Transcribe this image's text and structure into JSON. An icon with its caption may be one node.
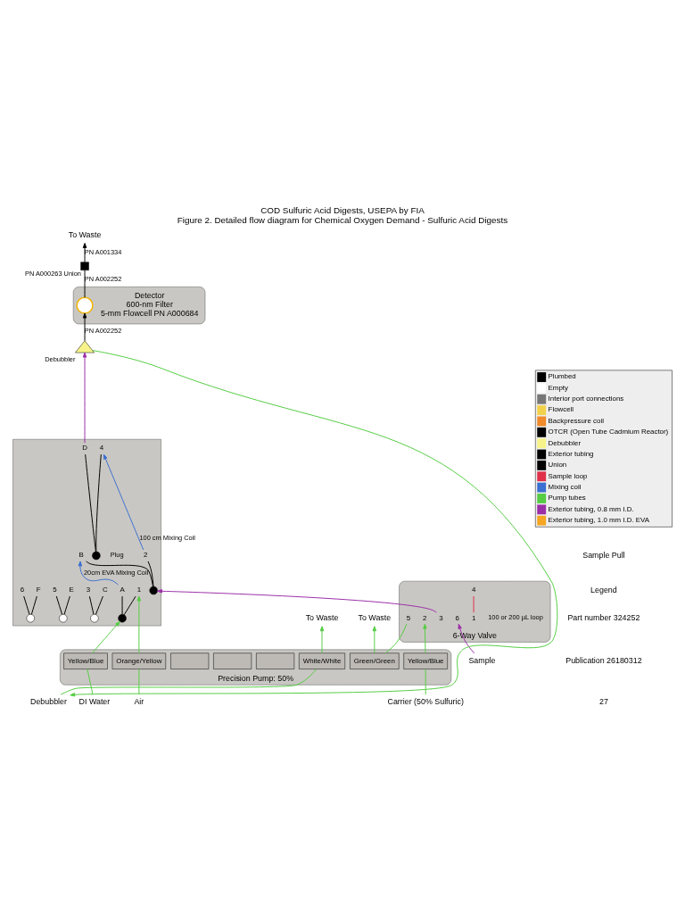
{
  "diagram": {
    "title": "COD Sulfuric Acid Digests, USEPA by FIA",
    "caption": "Figure 2. Detailed flow diagram for Chemical Oxygen Demand - Sulfuric Acid Digests",
    "nodes": [
      {
        "text": [
          "Precision Pump: 50%"
        ]
      },
      {
        "text": [
          "Orange/Yellow"
        ],
        "in": 0
      },
      {
        "text": [
          "Yellow/Blue"
        ],
        "in": 0
      },
      {
        "text": [
          "White/White"
        ],
        "in": 0
      },
      {
        "text": [],
        "shape": "box",
        "in": 0
      },
      {
        "text": [],
        "shape": "box",
        "in": 0
      },
      {
        "text": [],
        "shape": "box",
        "in": 0
      },
      {
        "text": [
          "Green/Green"
        ],
        "in": 0
      },
      {
        "text": [
          "Yellow/Blue"
        ],
        "in": 0
      },
      {
        "text": [
          "Air"
        ]
      },
      {
        "text": [
          "DI Water"
        ]
      },
      {
        "text": [
          "Debubbler"
        ]
      },
      {
        "text": [
          "Carrier (50% Sulfuric)"
        ]
      },
      {
        "text": [],
        "shape": "box"
      },
      {
        "text": [
          "1"
        ],
        "in": 13
      },
      {
        "text": [],
        "shape": "circle",
        "in": 13
      },
      {
        "text": [
          "A"
        ],
        "in": 13
      },
      {
        "text": [
          "2"
        ],
        "in": 13
      },
      {
        "text": [],
        "shape": "circle",
        "in": 13
      },
      {
        "text": [
          "B"
        ],
        "in": 13
      },
      {
        "text": [
          "3"
        ],
        "in": 13
      },
      {
        "text": [],
        "shape": "circle",
        "in": 13
      },
      {
        "text": [
          "C"
        ],
        "in": 13
      },
      {
        "text": [
          "4"
        ],
        "in": 13
      },
      {
        "text": [],
        "shape": "circle",
        "in": 13,
        "beside": [
          "Plug"
        ]
      },
      {
        "text": [
          "D"
        ],
        "in": 13
      },
      {
        "text": [
          "5"
        ],
        "in": 13
      },
      {
        "text": [],
        "shape": "circle",
        "in": 13
      },
      {
        "text": [
          "E"
        ],
        "in": 13
      },
      {
        "text": [
          "6"
        ],
        "in": 13
      },
      {
        "text": [],
        "shape": "circle",
        "in": 13
      },
      {
        "text": [
          "F"
        ],
        "in": 13
      },
      {
        "text": [
          "To Waste"
        ]
      },
      {
        "text": [
          "To Waste"
        ]
      },
      {
        "text": [
          "Sample"
        ]
      },
      {
        "text": [
          "6-Way Valve"
        ],
        "beside": [
          "100 or 200 µL loop"
        ]
      },
      {
        "text": [
          "1"
        ],
        "in": 35
      },
      {
        "text": [
          "2"
        ],
        "in": 35
      },
      {
        "text": [
          "3"
        ],
        "in": 35
      },
      {
        "text": [
          "4"
        ],
        "in": 35
      },
      {
        "text": [
          "5"
        ],
        "in": 35
      },
      {
        "text": [
          "6"
        ],
        "in": 35
      },
      {
        "text": [],
        "shape": "triangle",
        "beside": [
          "Debubbler"
        ]
      },
      {
        "text": [
          "Detector",
          "600-nm Filter",
          "5-mm Flowcell PN A000684"
        ]
      },
      {
        "text": [],
        "shape": "circle",
        "in": 43
      },
      {
        "text": [],
        "shape": "box",
        "beside": [
          "PN A000263 Union"
        ]
      },
      {
        "text": [
          "To Waste"
        ]
      }
    ],
    "edges": [
      {
        "from": 9,
        "to": 1,
        "arrow": "none",
        "color": "#55cc44"
      },
      {
        "from": 1,
        "to": 14,
        "arrow": "to",
        "color": "#55cc44"
      },
      {
        "from": 10,
        "to": 2,
        "arrow": "none",
        "color": "#55cc44"
      },
      {
        "from": 2,
        "to": 15,
        "arrow": "to",
        "color": "#55cc44"
      },
      {
        "from": 42,
        "to": 11,
        "arrow": "to",
        "color": "#55cc44"
      },
      {
        "from": 11,
        "to": 3,
        "arrow": "none",
        "color": "#55cc44"
      },
      {
        "from": 3,
        "to": 32,
        "arrow": "to",
        "color": "#55cc44"
      },
      {
        "from": 40,
        "to": 7,
        "arrow": "none",
        "color": "#55cc44"
      },
      {
        "from": 7,
        "to": 33,
        "arrow": "to",
        "color": "#55cc44"
      },
      {
        "from": 12,
        "to": 8,
        "arrow": "none",
        "color": "#55cc44"
      },
      {
        "from": 8,
        "to": 37,
        "arrow": "to",
        "color": "#55cc44"
      },
      {
        "from": 34,
        "to": 41,
        "arrow": "to",
        "color": "#9b2fa8"
      },
      {
        "from": 38,
        "to": 18,
        "arrow": "to",
        "color": "#9b2fa8"
      },
      {
        "from": 25,
        "to": 42,
        "arrow": "to",
        "color": "#9b2fa8"
      },
      {
        "from": 42,
        "to": 44,
        "arrow": "to",
        "label": "PN A002252"
      },
      {
        "from": 44,
        "to": 45,
        "arrow": "none",
        "label": "PN A002252"
      },
      {
        "from": 45,
        "to": 46,
        "arrow": "to",
        "label": "PN A001334"
      },
      {
        "from": 16,
        "to": 19,
        "arrow": "to",
        "label": "20cm EVA Mixing Coil",
        "color": "#3b6fd0"
      },
      {
        "from": 17,
        "to": 23,
        "arrow": "to",
        "label": "100 cm Mixing Coil",
        "color": "#3b6fd0"
      },
      {
        "from": 36,
        "to": 39,
        "arrow": "none",
        "color": "#e0304a"
      },
      {
        "from": 15,
        "to": 14,
        "arrow": "none"
      },
      {
        "from": 15,
        "to": 16,
        "arrow": "none"
      },
      {
        "from": 18,
        "to": 17,
        "arrow": "none"
      },
      {
        "from": 18,
        "to": 19,
        "arrow": "none"
      },
      {
        "from": 21,
        "to": 20,
        "arrow": "none"
      },
      {
        "from": 21,
        "to": 22,
        "arrow": "none"
      },
      {
        "from": 24,
        "to": 23,
        "arrow": "none"
      },
      {
        "from": 24,
        "to": 25,
        "arrow": "none"
      },
      {
        "from": 27,
        "to": 26,
        "arrow": "none"
      },
      {
        "from": 27,
        "to": 28,
        "arrow": "none"
      },
      {
        "from": 30,
        "to": 29,
        "arrow": "none"
      },
      {
        "from": 30,
        "to": 31,
        "arrow": "none"
      }
    ],
    "labels": [
      "Sample Pull",
      "Legend",
      "Part number 324252",
      "Publication 26180312",
      "27"
    ],
    "legend": [
      {
        "text": "Plumbed"
      },
      {
        "text": "Empty"
      },
      {
        "text": "Interior port connections"
      },
      {
        "text": "Flowcell"
      },
      {
        "text": "Backpressure coil"
      },
      {
        "text": "OTCR (Open Tube Cadmium Reactor)"
      },
      {
        "text": "Debubbler"
      },
      {
        "text": "Exterior tubing"
      },
      {
        "text": "Union"
      },
      {
        "text": "Sample loop"
      },
      {
        "text": "Mixing coil"
      },
      {
        "text": "Pump tubes"
      },
      {
        "text": "Exterior tubing, 0.8 mm I.D."
      },
      {
        "text": "Exterior tubing, 1.0 mm I.D. EVA"
      }
    ]
  }
}
